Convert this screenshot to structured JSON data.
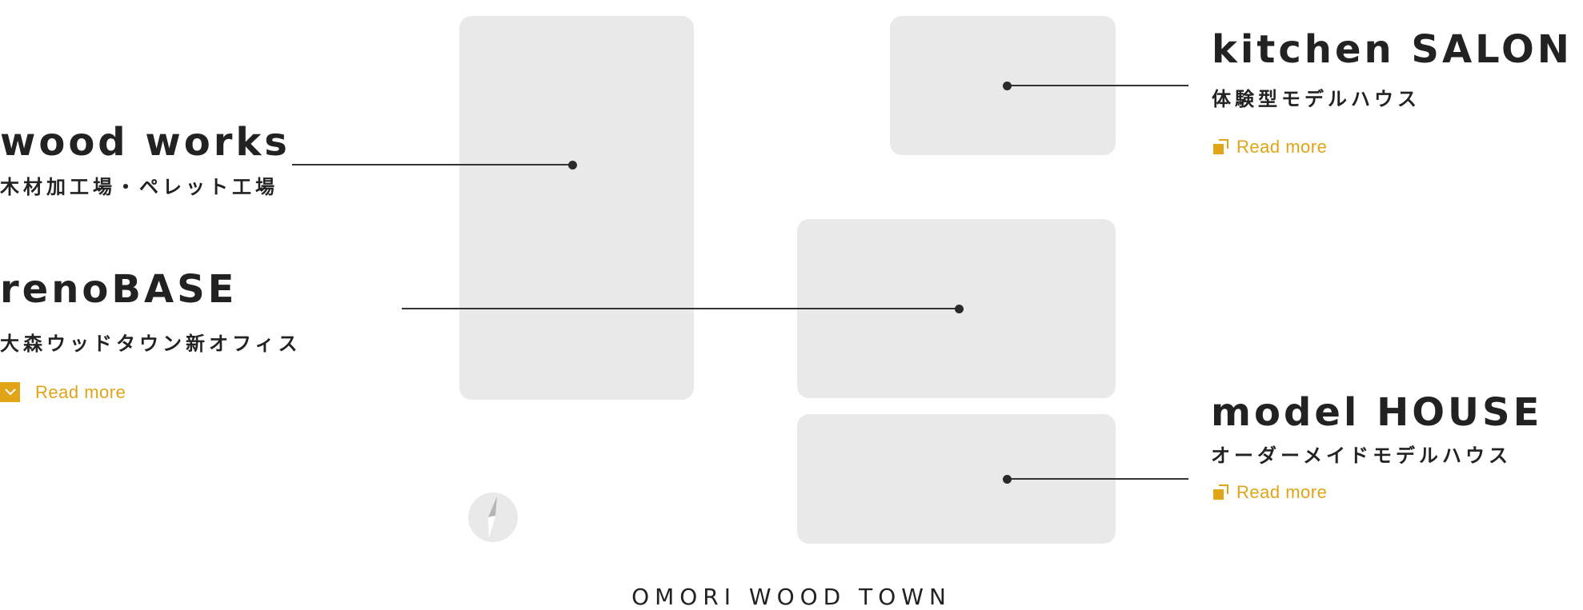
{
  "map": {
    "wood_works": {
      "title": "wood works",
      "subtitle": "木材加工場・ペレット工場"
    },
    "reno_base": {
      "title": "renoBASE",
      "subtitle": "大森ウッドタウン新オフィス",
      "read_more": "Read more",
      "read_more_icon": "chevron-down-icon"
    },
    "kitchen_salon": {
      "title": "kitchen SALON",
      "subtitle": "体験型モデルハウス",
      "read_more": "Read more",
      "read_more_icon": "external-link-icon"
    },
    "model_house": {
      "title": "model HOUSE",
      "subtitle": "オーダーメイドモデルハウス",
      "read_more": "Read more",
      "read_more_icon": "external-link-icon"
    },
    "footer_title": "OMORI WOOD TOWN",
    "compass_icon": "compass-icon"
  },
  "colors": {
    "accent": "#e0a416",
    "text": "#222222",
    "block": "#e9e9e9",
    "background": "#ffffff"
  }
}
